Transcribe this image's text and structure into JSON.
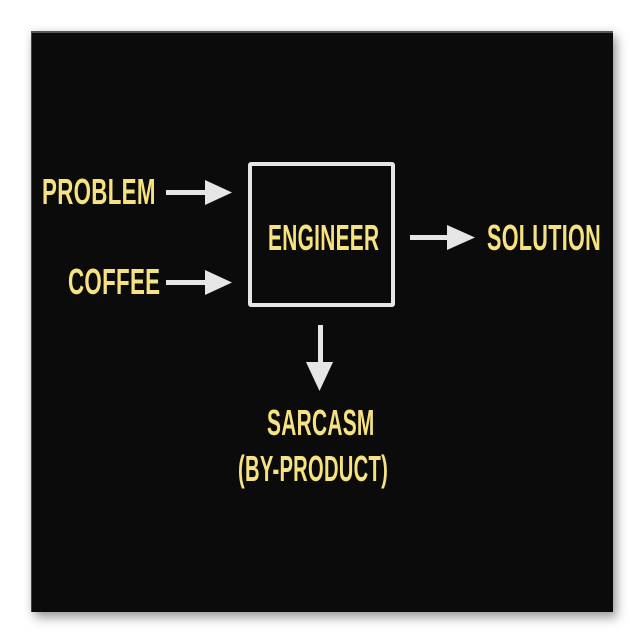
{
  "diagram": {
    "inputs": [
      {
        "label": "PROBLEM"
      },
      {
        "label": "COFFEE"
      }
    ],
    "process": {
      "label": "ENGINEER"
    },
    "output": {
      "label": "SOLUTION"
    },
    "byproduct": {
      "line1": "SARCASM",
      "line2": "(BY-PRODUCT)"
    }
  },
  "colors": {
    "background": "#0b0b0b",
    "text": "#f6e27f",
    "arrows_and_box": "#e6e6e6"
  }
}
